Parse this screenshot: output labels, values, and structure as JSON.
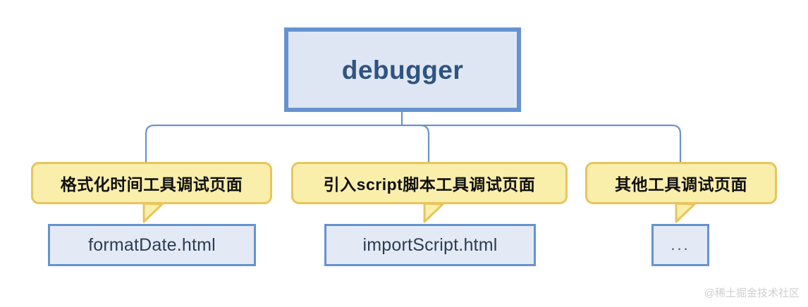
{
  "diagram": {
    "type": "tree",
    "root": {
      "label": "debugger",
      "shape": "rectangle",
      "fill": "#dfe6f3",
      "border": "#6593cf",
      "text_color": "#2e5481"
    },
    "branches": [
      {
        "bubble_label": "格式化时间工具调试页面",
        "leaf_label": "formatDate.html"
      },
      {
        "bubble_label": "引入script脚本工具调试页面",
        "leaf_label": "importScript.html"
      },
      {
        "bubble_label": "其他工具调试页面",
        "leaf_label": "..."
      }
    ],
    "bubble_fill": "#faeeab",
    "bubble_border": "#e8c55c",
    "leaf_fill": "#e3eaf6",
    "leaf_border": "#6593cf",
    "connector_color": "#6b93c8"
  },
  "watermark": {
    "text": "@稀土掘金技术社区"
  }
}
